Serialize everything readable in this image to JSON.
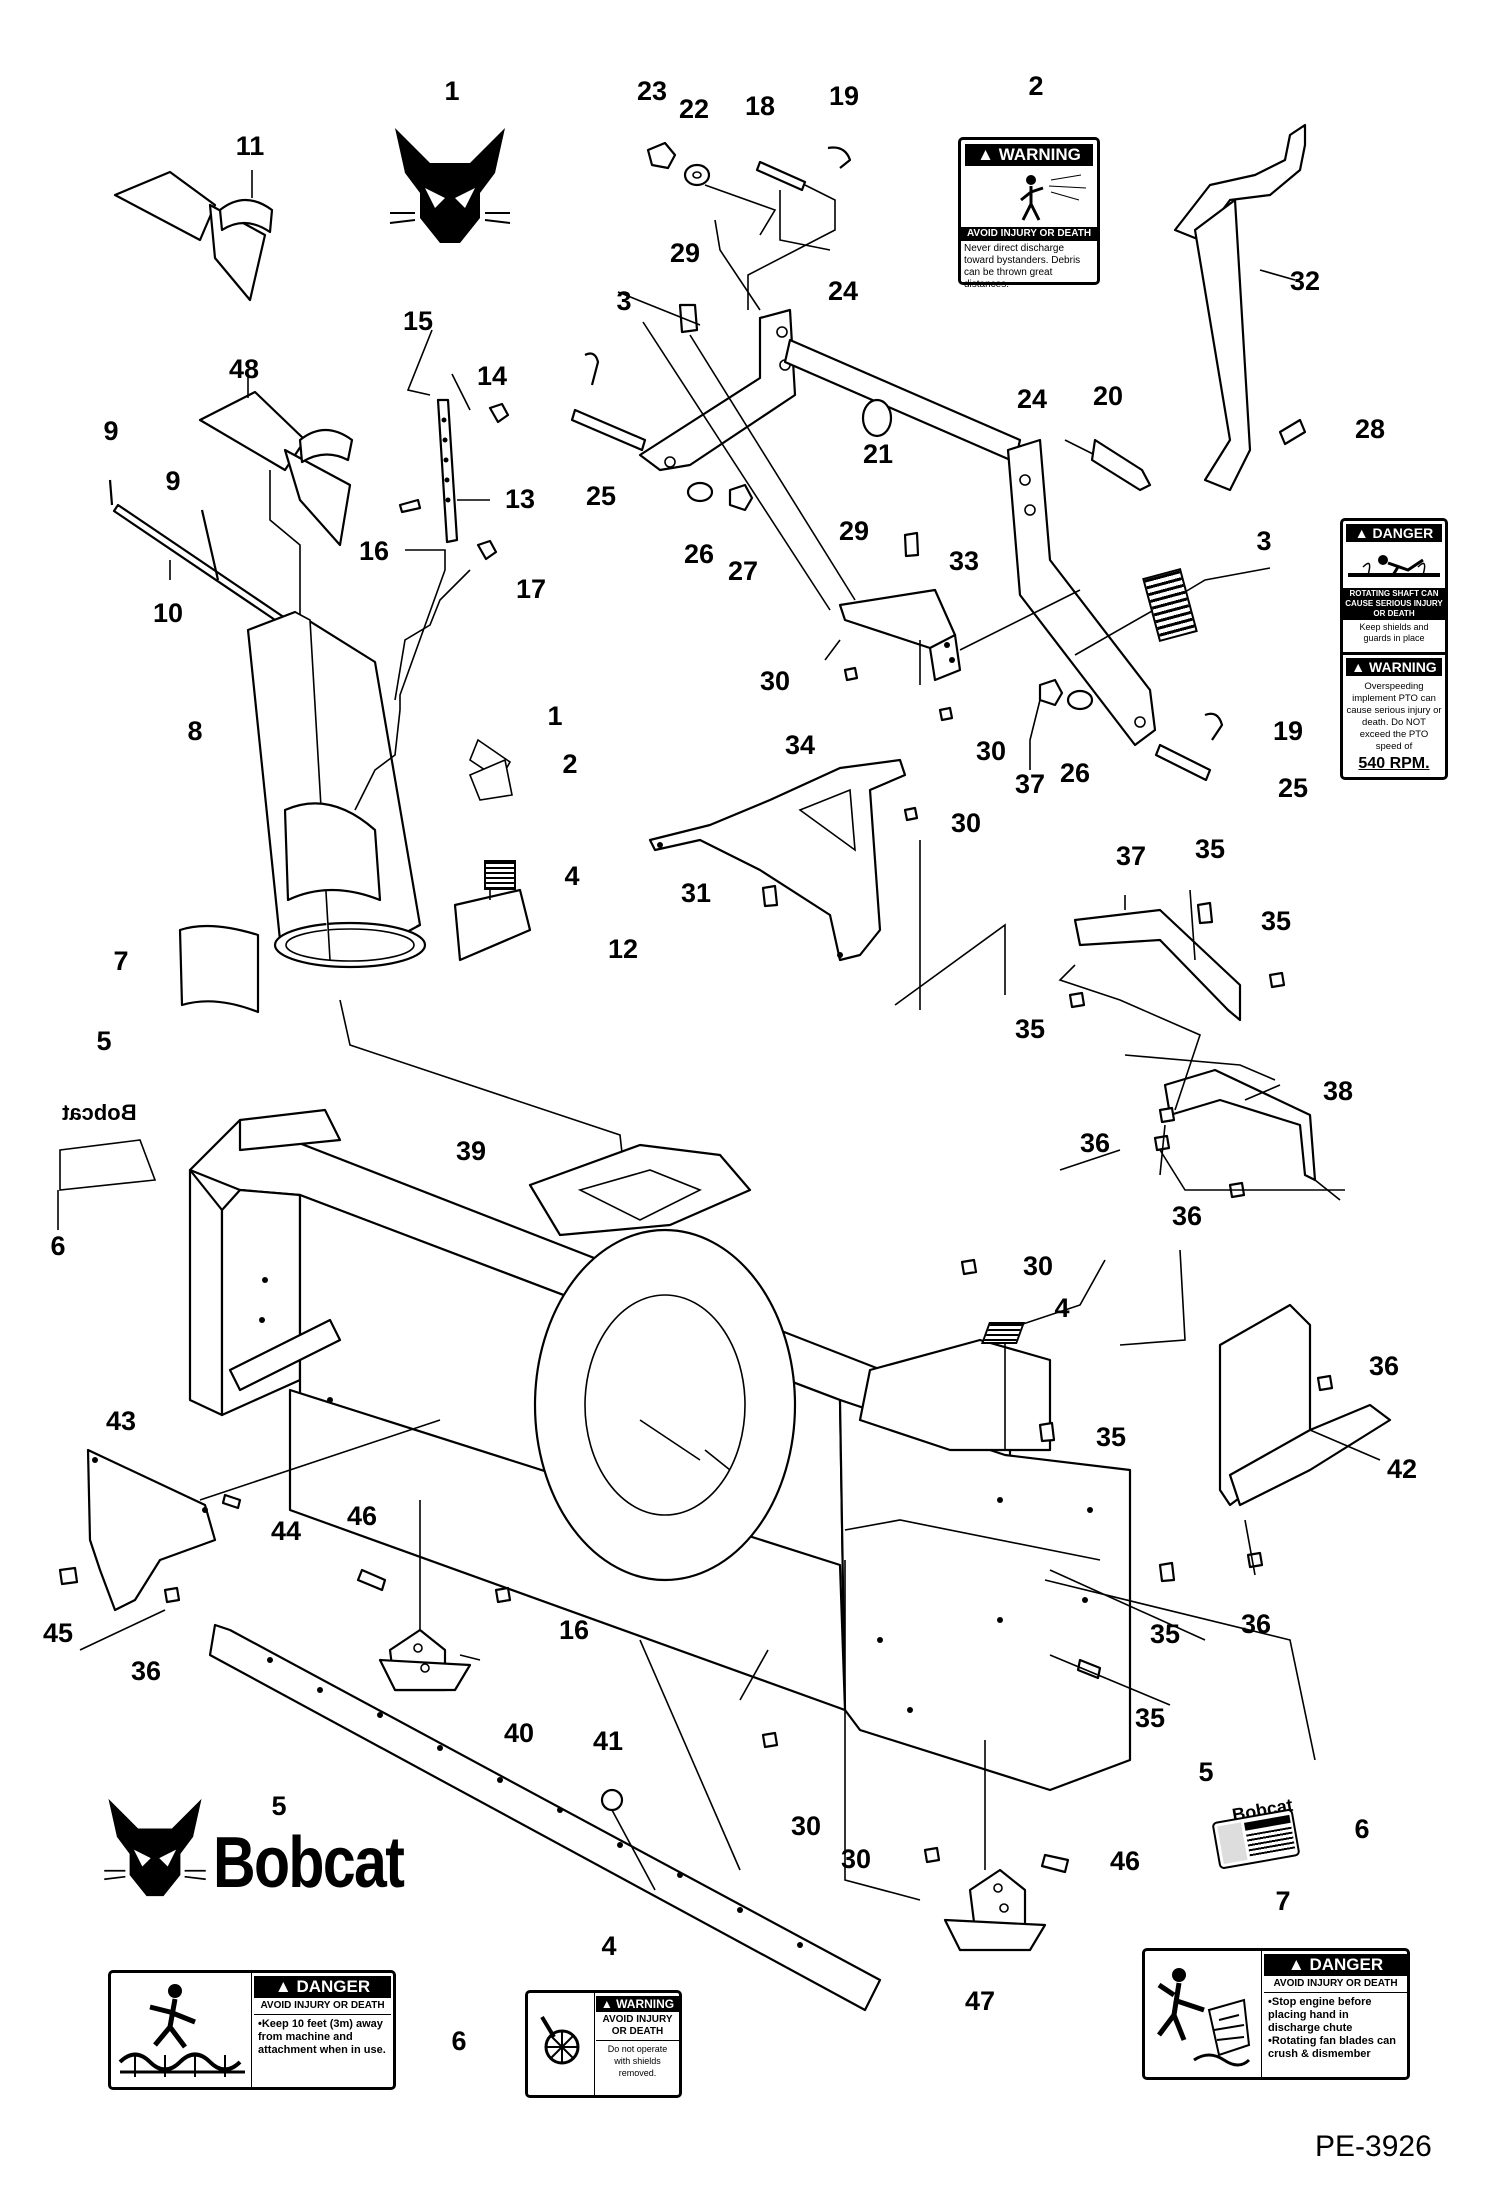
{
  "drawing_id": "PE-3926",
  "callouts": [
    {
      "n": "1"
    },
    {
      "n": "11"
    },
    {
      "n": "23"
    },
    {
      "n": "22"
    },
    {
      "n": "18"
    },
    {
      "n": "19"
    },
    {
      "n": "2"
    },
    {
      "n": "29"
    },
    {
      "n": "3"
    },
    {
      "n": "24"
    },
    {
      "n": "32"
    },
    {
      "n": "15"
    },
    {
      "n": "48"
    },
    {
      "n": "14"
    },
    {
      "n": "9"
    },
    {
      "n": "9"
    },
    {
      "n": "13"
    },
    {
      "n": "25"
    },
    {
      "n": "21"
    },
    {
      "n": "24"
    },
    {
      "n": "20"
    },
    {
      "n": "28"
    },
    {
      "n": "16"
    },
    {
      "n": "17"
    },
    {
      "n": "10"
    },
    {
      "n": "26"
    },
    {
      "n": "27"
    },
    {
      "n": "29"
    },
    {
      "n": "33"
    },
    {
      "n": "3"
    },
    {
      "n": "30"
    },
    {
      "n": "30"
    },
    {
      "n": "8"
    },
    {
      "n": "1"
    },
    {
      "n": "2"
    },
    {
      "n": "37"
    },
    {
      "n": "26"
    },
    {
      "n": "19"
    },
    {
      "n": "25"
    },
    {
      "n": "34"
    },
    {
      "n": "30"
    },
    {
      "n": "4"
    },
    {
      "n": "31"
    },
    {
      "n": "37"
    },
    {
      "n": "35"
    },
    {
      "n": "35"
    },
    {
      "n": "12"
    },
    {
      "n": "7"
    },
    {
      "n": "35"
    },
    {
      "n": "5"
    },
    {
      "n": "38"
    },
    {
      "n": "39"
    },
    {
      "n": "36"
    },
    {
      "n": "6"
    },
    {
      "n": "36"
    },
    {
      "n": "30"
    },
    {
      "n": "4"
    },
    {
      "n": "36"
    },
    {
      "n": "43"
    },
    {
      "n": "35"
    },
    {
      "n": "42"
    },
    {
      "n": "44"
    },
    {
      "n": "46"
    },
    {
      "n": "45"
    },
    {
      "n": "36"
    },
    {
      "n": "16"
    },
    {
      "n": "35"
    },
    {
      "n": "36"
    },
    {
      "n": "35"
    },
    {
      "n": "40"
    },
    {
      "n": "41"
    },
    {
      "n": "5"
    },
    {
      "n": "5"
    },
    {
      "n": "6"
    },
    {
      "n": "30"
    },
    {
      "n": "30"
    },
    {
      "n": "46"
    },
    {
      "n": "4"
    },
    {
      "n": "7"
    },
    {
      "n": "6"
    },
    {
      "n": "47"
    }
  ],
  "brand": {
    "wordmark": "Bobcat"
  },
  "decals": {
    "warning_top": {
      "header": "WARNING",
      "subhead": "AVOID INJURY OR DEATH",
      "body": "Never direct discharge toward bystanders. Debris can be thrown great distances."
    },
    "danger_shaft": {
      "header": "DANGER",
      "subhead": "ROTATING SHAFT CAN CAUSE SERIOUS INJURY OR DEATH",
      "body": "Keep shields and guards in place"
    },
    "warning_pto": {
      "header": "WARNING",
      "body": "Overspeeding implement PTO can cause serious injury or death. Do NOT exceed the PTO speed of",
      "rpm": "540 RPM."
    },
    "danger_distance": {
      "header": "DANGER",
      "subhead": "AVOID INJURY OR DEATH",
      "bullets": [
        "Keep 10 feet (3m) away from machine and attachment when in use."
      ]
    },
    "warning_shields": {
      "header": "WARNING",
      "subhead": "AVOID INJURY OR DEATH",
      "body": "Do not operate with shields removed."
    },
    "danger_chute": {
      "header": "DANGER",
      "subhead": "AVOID INJURY OR DEATH",
      "bullets": [
        "Stop engine before placing hand in discharge chute",
        "Rotating fan blades can crush & dismember"
      ]
    }
  }
}
